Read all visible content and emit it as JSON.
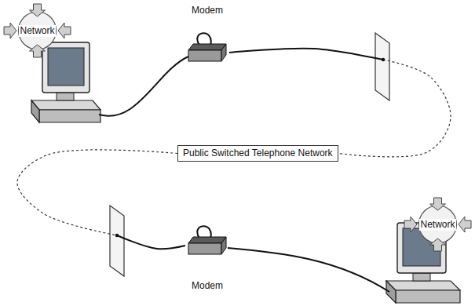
{
  "diagram": {
    "nodes": [
      {
        "text": [
          "Network"
        ]
      },
      {
        "text": [
          "Modem"
        ]
      },
      {
        "text": [
          "Public Switched Telephone Network"
        ]
      },
      {
        "text": [
          "Network"
        ]
      },
      {
        "text": [
          "Modem"
        ]
      }
    ],
    "edges": [
      {
        "from": 1,
        "to": 2,
        "arrow": "none"
      },
      {
        "from": 2,
        "to": 4,
        "arrow": "none"
      }
    ]
  }
}
